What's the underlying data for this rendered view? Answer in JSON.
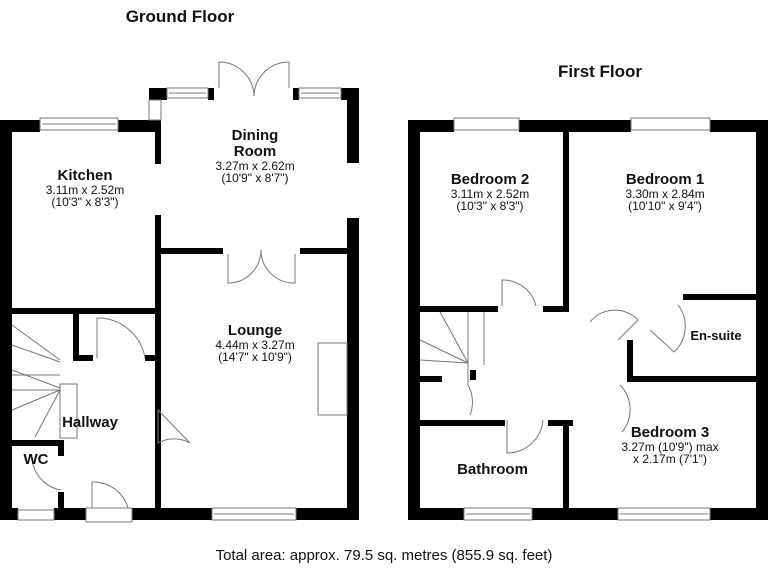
{
  "floors": {
    "ground": {
      "title": "Ground Floor",
      "rooms": {
        "kitchen": {
          "name": "Kitchen",
          "dim_m": "3.11m x 2.52m",
          "dim_ft": "(10'3\" x 8'3\")"
        },
        "dining": {
          "name_line1": "Dining",
          "name_line2": "Room",
          "dim_m": "3.27m x 2.62m",
          "dim_ft": "(10'9\" x 8'7\")"
        },
        "lounge": {
          "name": "Lounge",
          "dim_m": "4.44m x 3.27m",
          "dim_ft": "(14'7\" x 10'9\")"
        },
        "hallway": {
          "name": "Hallway"
        },
        "wc": {
          "name": "WC"
        }
      }
    },
    "first": {
      "title": "First Floor",
      "rooms": {
        "bedroom2": {
          "name": "Bedroom 2",
          "dim_m": "3.11m x 2.52m",
          "dim_ft": "(10'3\" x 8'3\")"
        },
        "bedroom1": {
          "name": "Bedroom 1",
          "dim_m": "3.30m x 2.84m",
          "dim_ft": "(10'10\" x 9'4\")"
        },
        "ensuite": {
          "name": "En-suite"
        },
        "bedroom3": {
          "name": "Bedroom 3",
          "dim_line1": "3.27m (10'9\") max",
          "dim_line2": "x 2.17m (7'1\")"
        },
        "bathroom": {
          "name": "Bathroom"
        }
      }
    }
  },
  "footer": {
    "total_area": "Total area: approx. 79.5 sq. metres (855.9 sq. feet)"
  },
  "colors": {
    "wall": "#000000",
    "background": "#ffffff",
    "fixture": "#888888"
  }
}
